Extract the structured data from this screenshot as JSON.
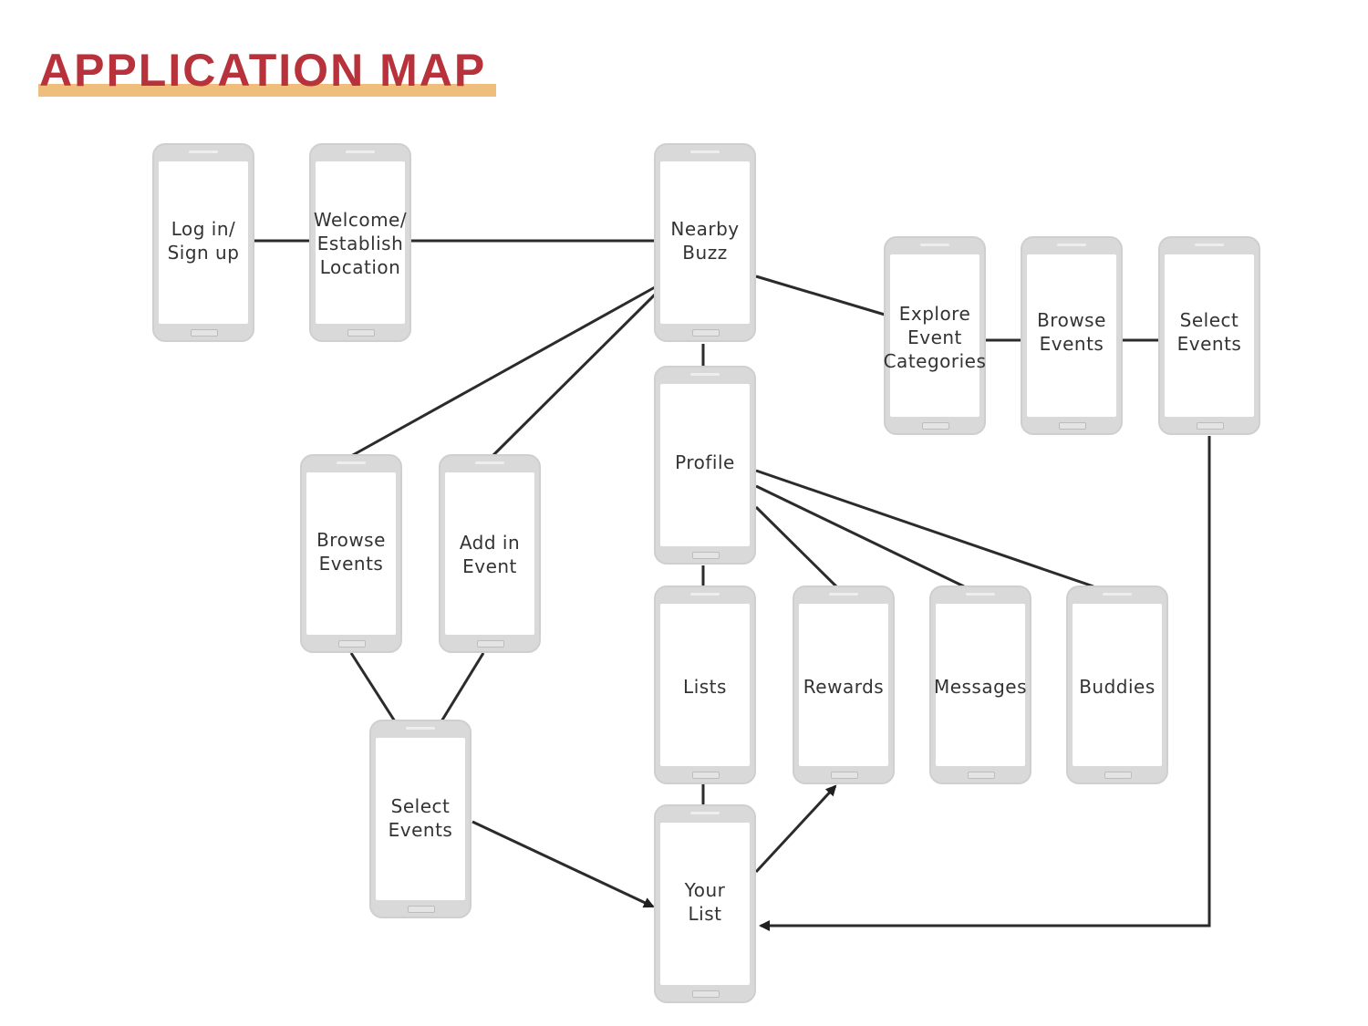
{
  "title": "APPLICATION MAP",
  "colors": {
    "title": "#b8323c",
    "underline": "#efbd7c",
    "phone_frame": "#d9d9d9",
    "line": "#2b2b2b"
  },
  "screens": {
    "login": "Log in/\nSign up",
    "welcome": "Welcome/\nEstablish\nLocation",
    "nearby_buzz": "Nearby\nBuzz",
    "explore_categories": "Explore\nEvent\nCategories",
    "browse_events_right": "Browse\nEvents",
    "select_events_right": "Select\nEvents",
    "profile": "Profile",
    "browse_events_left": "Browse\nEvents",
    "add_event": "Add in\nEvent",
    "lists": "Lists",
    "rewards": "Rewards",
    "messages": "Messages",
    "buddies": "Buddies",
    "select_events_left": "Select\nEvents",
    "your_list": "Your\nList"
  },
  "connections": [
    {
      "from": "login",
      "to": "welcome"
    },
    {
      "from": "welcome",
      "to": "nearby_buzz"
    },
    {
      "from": "nearby_buzz",
      "to": "explore_categories"
    },
    {
      "from": "explore_categories",
      "to": "browse_events_right"
    },
    {
      "from": "browse_events_right",
      "to": "select_events_right"
    },
    {
      "from": "nearby_buzz",
      "to": "profile"
    },
    {
      "from": "nearby_buzz",
      "to": "browse_events_left"
    },
    {
      "from": "nearby_buzz",
      "to": "add_event"
    },
    {
      "from": "browse_events_left",
      "to": "select_events_left"
    },
    {
      "from": "add_event",
      "to": "select_events_left"
    },
    {
      "from": "profile",
      "to": "lists"
    },
    {
      "from": "profile",
      "to": "rewards"
    },
    {
      "from": "profile",
      "to": "messages"
    },
    {
      "from": "profile",
      "to": "buddies"
    },
    {
      "from": "lists",
      "to": "your_list"
    },
    {
      "from": "select_events_left",
      "to": "your_list",
      "arrow": true
    },
    {
      "from": "your_list",
      "to": "rewards",
      "arrow": true
    },
    {
      "from": "select_events_right",
      "to": "your_list",
      "arrow": true
    }
  ]
}
